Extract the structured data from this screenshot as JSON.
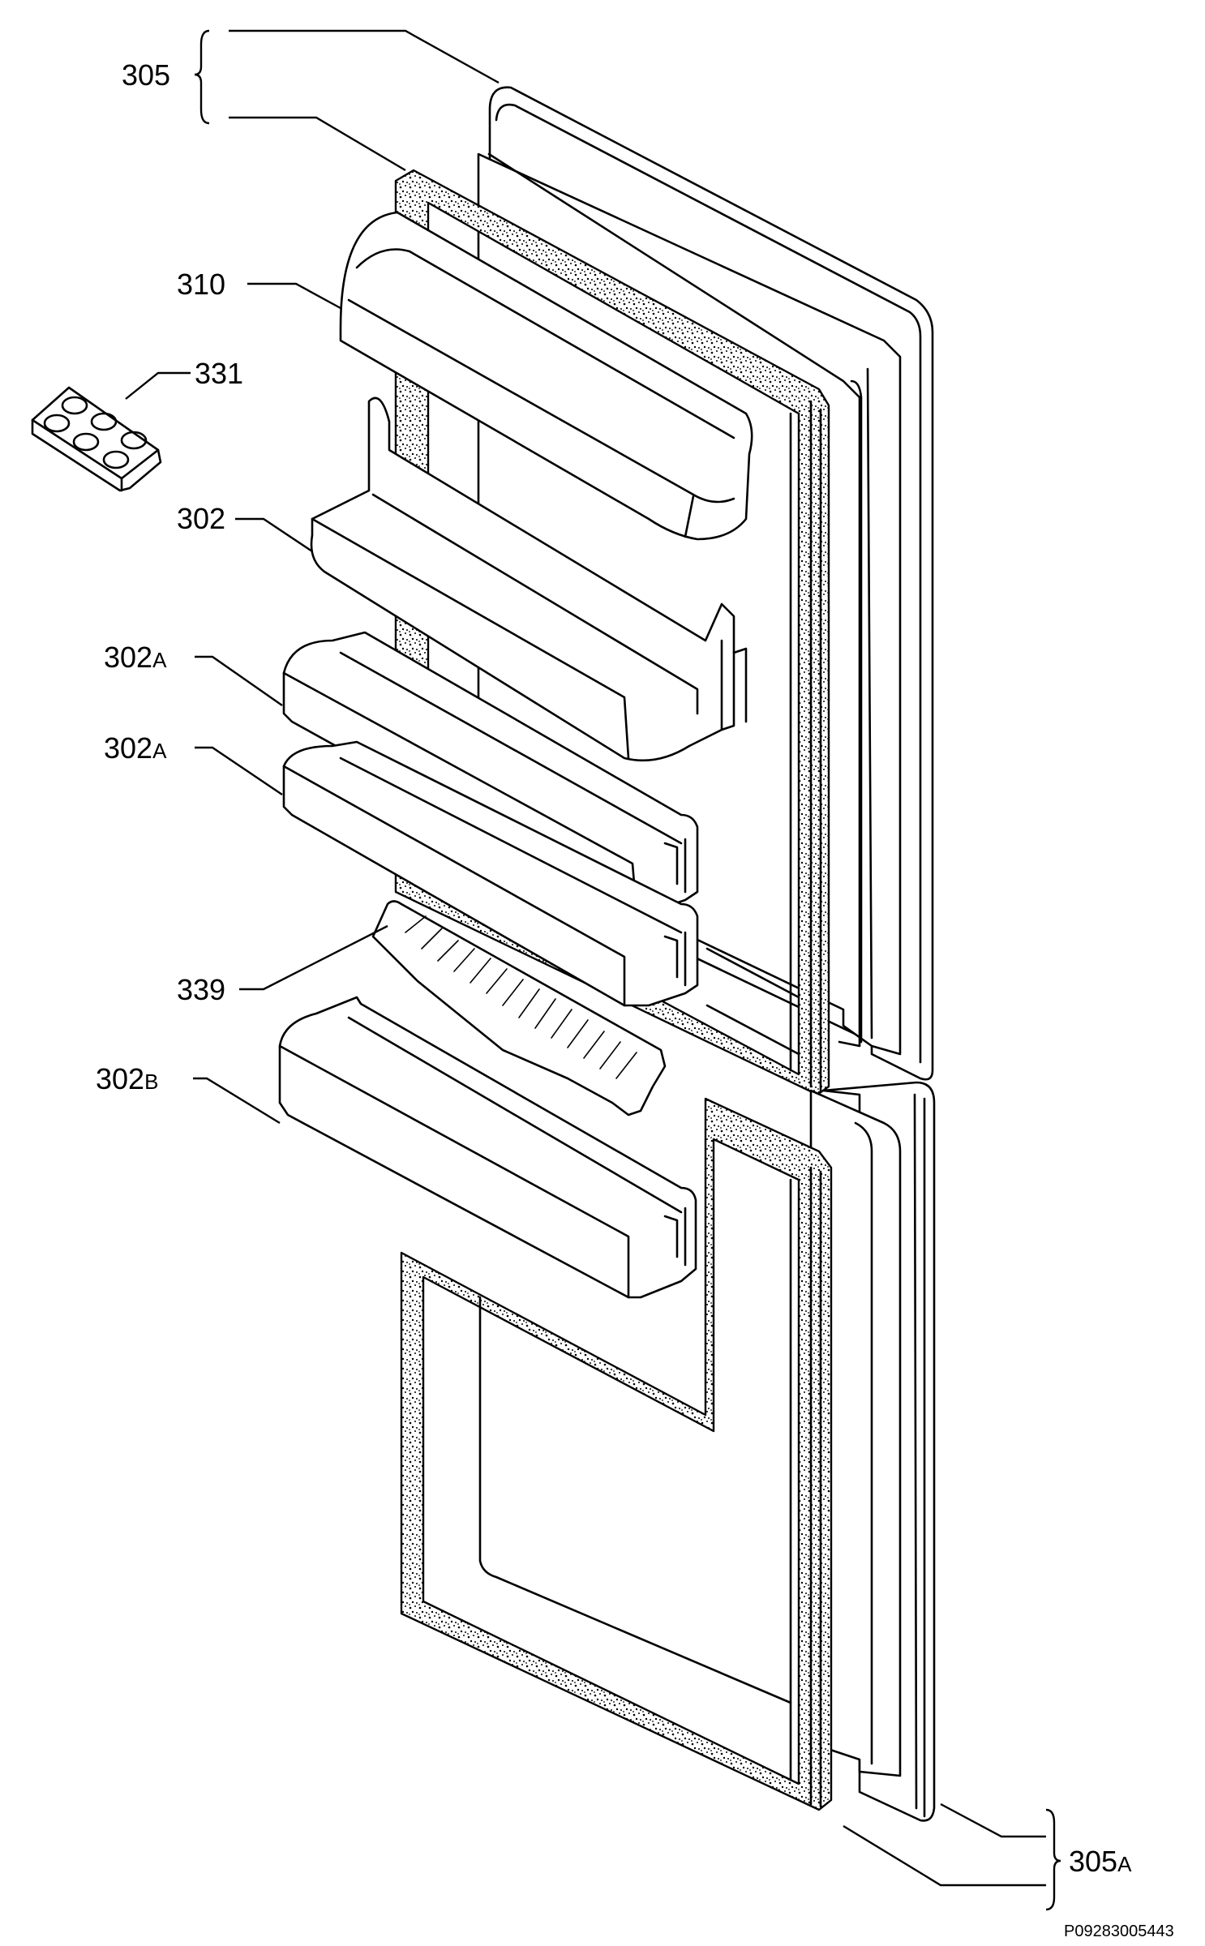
{
  "labels": {
    "door_upper_set": "305",
    "crisper_cover": "310",
    "egg_tray": "331",
    "butter_shelf": "302",
    "door_shelf_1": {
      "num": "302",
      "suffix": "A"
    },
    "door_shelf_2": {
      "num": "302",
      "suffix": "A"
    },
    "bottle_divider": "339",
    "bottle_shelf": {
      "num": "302",
      "suffix": "B"
    },
    "door_lower_set": {
      "num": "305",
      "suffix": "A"
    }
  },
  "reference_code": "P09283005443"
}
